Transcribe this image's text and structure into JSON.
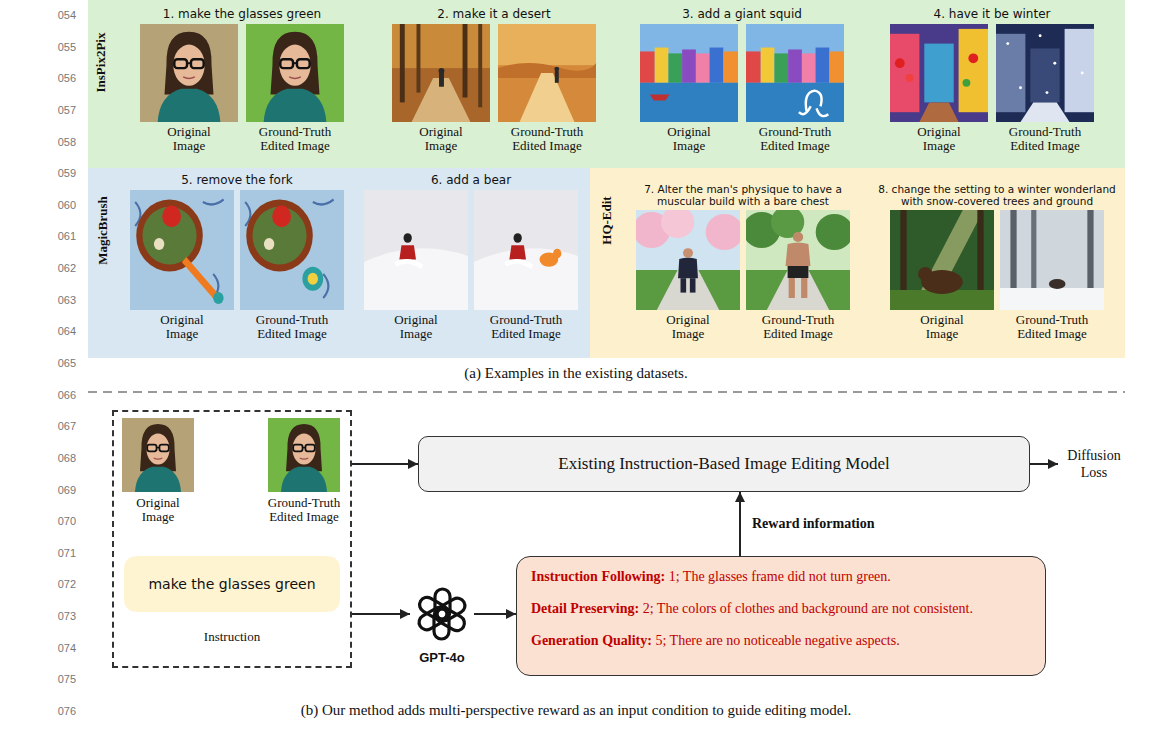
{
  "diagram": {
    "nodes": [
      {
        "text": [
          "InsPix2Pix",
          "1. make the glasses green",
          "Original Image",
          "Ground-Truth Edited Image",
          "2. make it a desert",
          "Original Image",
          "Ground-Truth Edited Image",
          "3. add a giant squid",
          "Original Image",
          "Ground-Truth Edited Image",
          "4. have it be winter",
          "Original Image",
          "Ground-Truth Edited Image"
        ]
      },
      {
        "text": [
          "MagicBrush",
          "5. remove the fork",
          "Original Image",
          "Ground-Truth Edited Image",
          "6. add a bear",
          "Original Image",
          "Ground-Truth Edited Image"
        ]
      },
      {
        "text": [
          "HQ-Edit",
          "7. Alter the man's physique to have a muscular build with a bare chest",
          "Original Image",
          "Ground-Truth Edited Image",
          "8. change the setting to a winter wonderland with snow-covered trees and ground",
          "Original Image",
          "Ground-Truth Edited Image"
        ]
      },
      {
        "text": [
          "Original Image",
          "Ground-Truth Edited Image",
          "Instruction"
        ]
      },
      {
        "text": [
          "make the glasses green"
        ],
        "in": 3
      },
      {
        "text": [
          "Existing Instruction-Based Image Editing Model"
        ]
      },
      {
        "text": [
          "Diffusion Loss"
        ]
      },
      {
        "text": [
          "GPT-4o"
        ]
      },
      {
        "text": [
          "Instruction Following:",
          "1; The glasses frame did not turn green.",
          "Detail Preserving:",
          "2; The colors of clothes and background are not consistent.",
          "Generation Quality:",
          "5; There are no noticeable negative aspects."
        ]
      }
    ],
    "edges": [
      {
        "from": 3,
        "to": 5,
        "arrow": "to"
      },
      {
        "from": 3,
        "to": 7,
        "arrow": "to"
      },
      {
        "from": 7,
        "to": 8,
        "arrow": "to"
      },
      {
        "from": 8,
        "to": 5,
        "label": "Reward information",
        "arrow": "to"
      },
      {
        "from": 5,
        "to": 6,
        "arrow": "to"
      }
    ],
    "labels": [
      "054",
      "055",
      "056",
      "057",
      "058",
      "059",
      "060",
      "061",
      "062",
      "063",
      "064",
      "065",
      "066",
      "067",
      "068",
      "069",
      "070",
      "071",
      "072",
      "073",
      "074",
      "075",
      "076",
      "(a) Examples in the existing datasets.",
      "(b) Our method adds multi-perspective reward as an input condition to guide editing model."
    ]
  }
}
